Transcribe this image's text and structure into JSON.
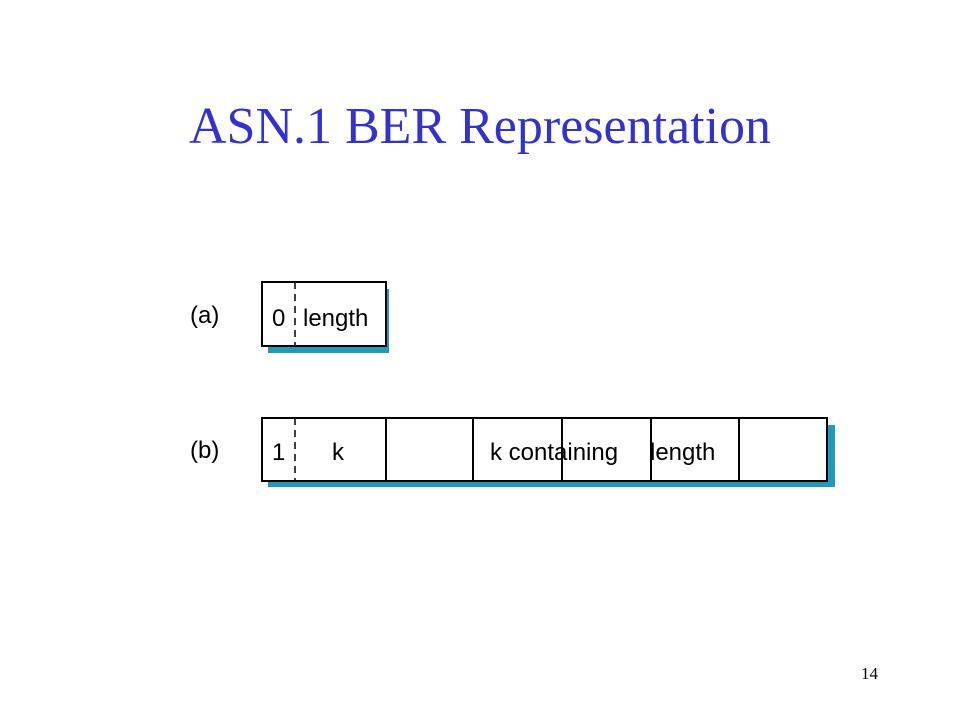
{
  "slide": {
    "title": "ASN.1 BER Representation",
    "page_number": "14"
  },
  "diagram": {
    "a": {
      "label": "(a)",
      "bit": "0",
      "field": "length"
    },
    "b": {
      "label": "(b)",
      "bit": "1",
      "field": "k",
      "bytes_caption_1": "k containing",
      "bytes_caption_2": "length"
    }
  },
  "colors": {
    "title": "#3333cc",
    "box_shadow": "#2299bb"
  }
}
